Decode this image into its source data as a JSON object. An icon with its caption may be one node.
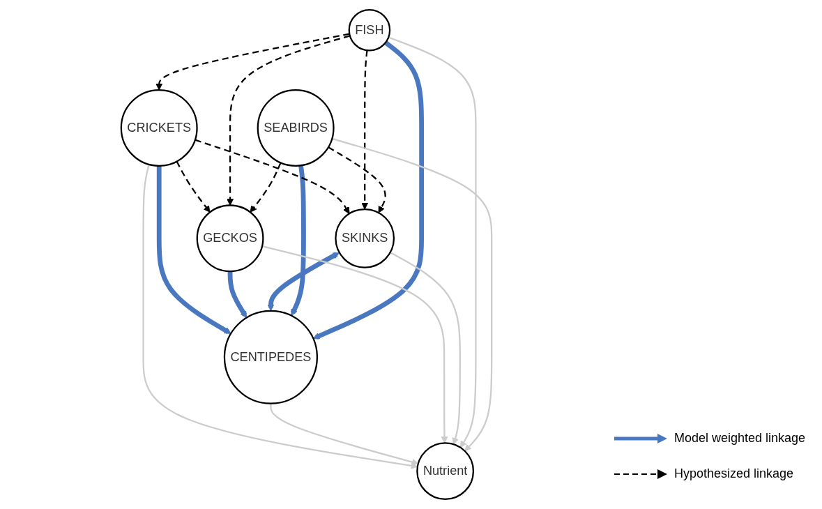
{
  "diagram": {
    "nodes": [
      {
        "text": [
          "CENTIPEDES"
        ]
      },
      {
        "text": [
          "CRICKETS"
        ]
      },
      {
        "text": [
          "GECKOS"
        ]
      },
      {
        "text": [
          "SKINKS"
        ]
      },
      {
        "text": [
          "FISH"
        ]
      },
      {
        "text": [
          "SEABIRDS"
        ]
      },
      {
        "text": [
          "Nutrient"
        ]
      }
    ],
    "edges": [
      {
        "from": 1,
        "to": 0,
        "arrow": "to",
        "style": "thick",
        "color": "#4a78c0"
      },
      {
        "from": 2,
        "to": 0,
        "arrow": "to",
        "style": "thick",
        "color": "#4a78c0"
      },
      {
        "from": 3,
        "to": 0,
        "arrow": "both",
        "style": "thick",
        "color": "#4a78c0"
      },
      {
        "from": 5,
        "to": 0,
        "arrow": "to",
        "style": "thick",
        "color": "#4a78c0"
      },
      {
        "from": 4,
        "to": 0,
        "arrow": "to",
        "style": "thick",
        "color": "#4a78c0"
      },
      {
        "from": 1,
        "to": 2,
        "arrow": "to",
        "style": "dashed"
      },
      {
        "from": 4,
        "to": 1,
        "arrow": "to",
        "style": "dashed"
      },
      {
        "from": 1,
        "to": 3,
        "arrow": "to",
        "style": "dashed"
      },
      {
        "from": 4,
        "to": 3,
        "arrow": "to",
        "style": "dashed"
      },
      {
        "from": 4,
        "to": 2,
        "arrow": "to",
        "style": "dashed"
      },
      {
        "from": 5,
        "to": 2,
        "arrow": "to",
        "style": "dashed"
      },
      {
        "from": 5,
        "to": 3,
        "arrow": "to",
        "style": "dashed"
      },
      {
        "from": 1,
        "to": 6,
        "arrow": "to",
        "color": "#cccccc"
      },
      {
        "from": 0,
        "to": 6,
        "arrow": "to",
        "color": "#cccccc"
      },
      {
        "from": 2,
        "to": 6,
        "arrow": "to",
        "color": "#cccccc"
      },
      {
        "from": 3,
        "to": 6,
        "arrow": "to",
        "color": "#cccccc"
      },
      {
        "from": 4,
        "to": 6,
        "arrow": "to",
        "color": "#cccccc"
      },
      {
        "from": 5,
        "to": 6,
        "arrow": "to",
        "color": "#cccccc"
      }
    ],
    "legend": [
      {
        "text": "Model weighted linkage"
      },
      {
        "text": "Hypothesized linkage"
      }
    ]
  }
}
